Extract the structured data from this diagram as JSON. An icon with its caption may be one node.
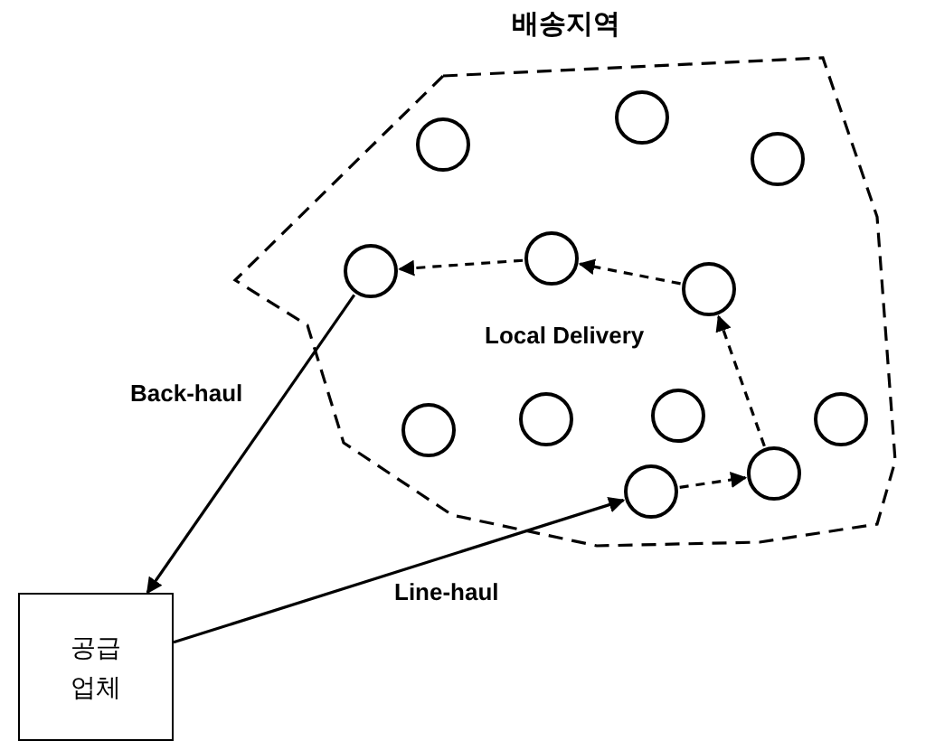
{
  "diagram": {
    "nodes": [
      {
        "text": [
          "배송지역"
        ]
      },
      {
        "text": [],
        "shape": "circle",
        "in": 0
      },
      {
        "text": [],
        "shape": "circle",
        "in": 0
      },
      {
        "text": [],
        "shape": "circle",
        "in": 0
      },
      {
        "text": [],
        "shape": "circle",
        "in": 0
      },
      {
        "text": [],
        "shape": "circle",
        "in": 0
      },
      {
        "text": [],
        "shape": "circle",
        "in": 0
      },
      {
        "text": [],
        "shape": "circle",
        "in": 0
      },
      {
        "text": [],
        "shape": "circle",
        "in": 0
      },
      {
        "text": [],
        "shape": "circle",
        "in": 0
      },
      {
        "text": [],
        "shape": "circle",
        "in": 0
      },
      {
        "text": [],
        "shape": "circle",
        "in": 0
      },
      {
        "text": [],
        "shape": "circle",
        "in": 0
      },
      {
        "text": [
          "공급업체"
        ]
      }
    ],
    "edges": [
      {
        "from": 13,
        "to": 11,
        "arrow": "to",
        "label": "Line-haul"
      },
      {
        "from": 4,
        "to": 13,
        "arrow": "to",
        "label": "Back-haul"
      },
      {
        "from": 11,
        "to": 12,
        "arrow": "to",
        "style": "dashed"
      },
      {
        "from": 12,
        "to": 6,
        "arrow": "to",
        "style": "dashed"
      },
      {
        "from": 6,
        "to": 5,
        "arrow": "to",
        "style": "dashed"
      },
      {
        "from": 5,
        "to": 4,
        "arrow": "to",
        "style": "dashed"
      }
    ],
    "labels": [
      "Local Delivery"
    ]
  }
}
